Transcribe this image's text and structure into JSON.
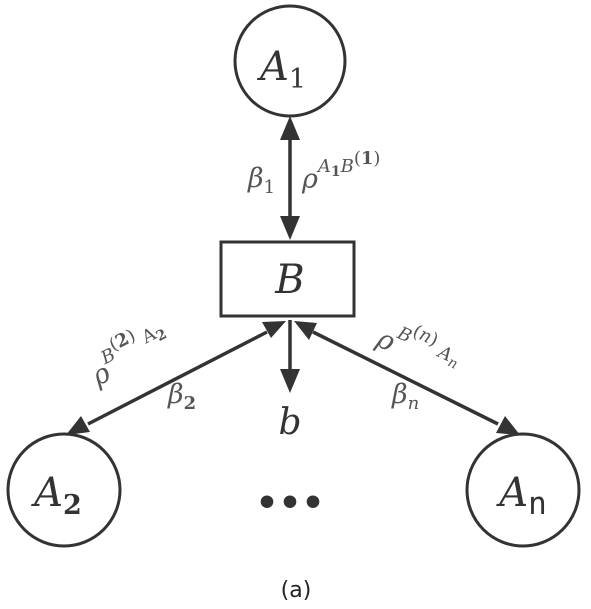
{
  "nodes": {
    "a1": {
      "letter": "A",
      "subscript": "1"
    },
    "b": {
      "letter": "B"
    },
    "a2": {
      "letter": "A",
      "subscript": "2"
    },
    "an": {
      "letter": "A",
      "subscript": "n"
    }
  },
  "edges": {
    "a1_b": {
      "beta": {
        "symbol": "β",
        "subscript": "1"
      },
      "rho": {
        "symbol": "ρ",
        "sup_a": "A",
        "sup_a_sub": "1",
        "sup_b": "B",
        "sup_b_paren_open": "(",
        "sup_b_index": "1",
        "sup_b_paren_close": ")"
      }
    },
    "b_a2": {
      "beta": {
        "symbol": "β",
        "subscript": "2"
      },
      "rho": {
        "symbol": "ρ",
        "sup_b": "B",
        "sup_b_paren_open": "(",
        "sup_b_index": "2",
        "sup_b_paren_close": ")",
        "sup_a": "A",
        "sup_a_sub": "2"
      }
    },
    "b_an": {
      "beta": {
        "symbol": "β",
        "subscript": "n"
      },
      "rho": {
        "symbol": "ρ",
        "sup_b": "B",
        "sup_b_paren_open": "(",
        "sup_b_index": "n",
        "sup_b_paren_close": ")",
        "sup_a": "A",
        "sup_a_sub": "n"
      }
    },
    "b_out": {
      "label": "b"
    }
  },
  "ellipsis": "•••",
  "caption": "(a)"
}
